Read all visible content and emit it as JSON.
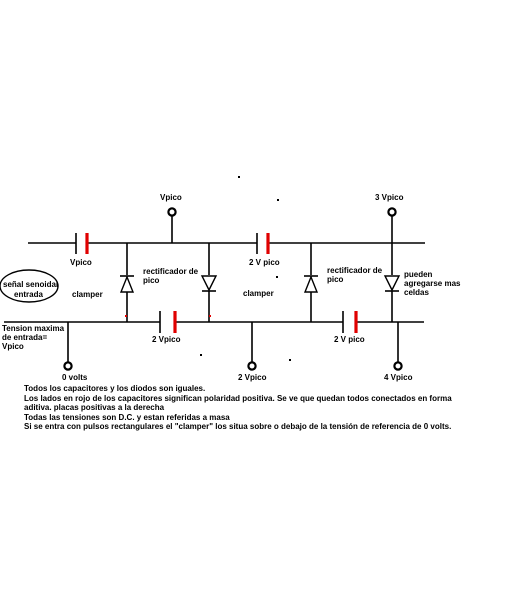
{
  "colors": {
    "positive_plate": "#e00000",
    "wire": "#000000",
    "background": "#ffffff"
  },
  "labels": {
    "input_signal": "señal senoidal entrada",
    "input_signal_line1": "señal senoidal",
    "input_signal_line2": "entrada",
    "max_input_line1": "Tension maxima",
    "max_input_line2": "de entrada=",
    "max_input_line3": "Vpico",
    "cap1": "Vpico",
    "cap2": "2 Vpico",
    "cap3": "2 V pico",
    "cap4": "2 V pico",
    "clamper1": "clamper",
    "clamper2": "clamper",
    "rectifier1_line1": "rectificador de",
    "rectifier1_line2": "pico",
    "rectifier2_line1": "rectificador de",
    "rectifier2_line2": "pico",
    "more_cells_line1": "pueden",
    "more_cells_line2": "agregarse mas",
    "more_cells_line3": "celdas",
    "terminal_top1": "Vpico",
    "terminal_top2": "3 Vpico",
    "terminal_bottom1": "0  volts",
    "terminal_bottom2": "2 Vpico",
    "terminal_bottom3": "4 Vpico"
  },
  "notes": [
    "Todos los capacitores y los diodos son iguales.",
    "Los lados en rojo de los capacitores significan polaridad positiva. Se ve que quedan todos conectados en forma",
    "aditiva. placas positivas a la derecha",
    "Todas las tensiones son D.C. y estan referidas a masa",
    "Si se entra con pulsos rectangulares el \"clamper\" los situa sobre o debajo de la tensión de referencia de 0 volts."
  ]
}
